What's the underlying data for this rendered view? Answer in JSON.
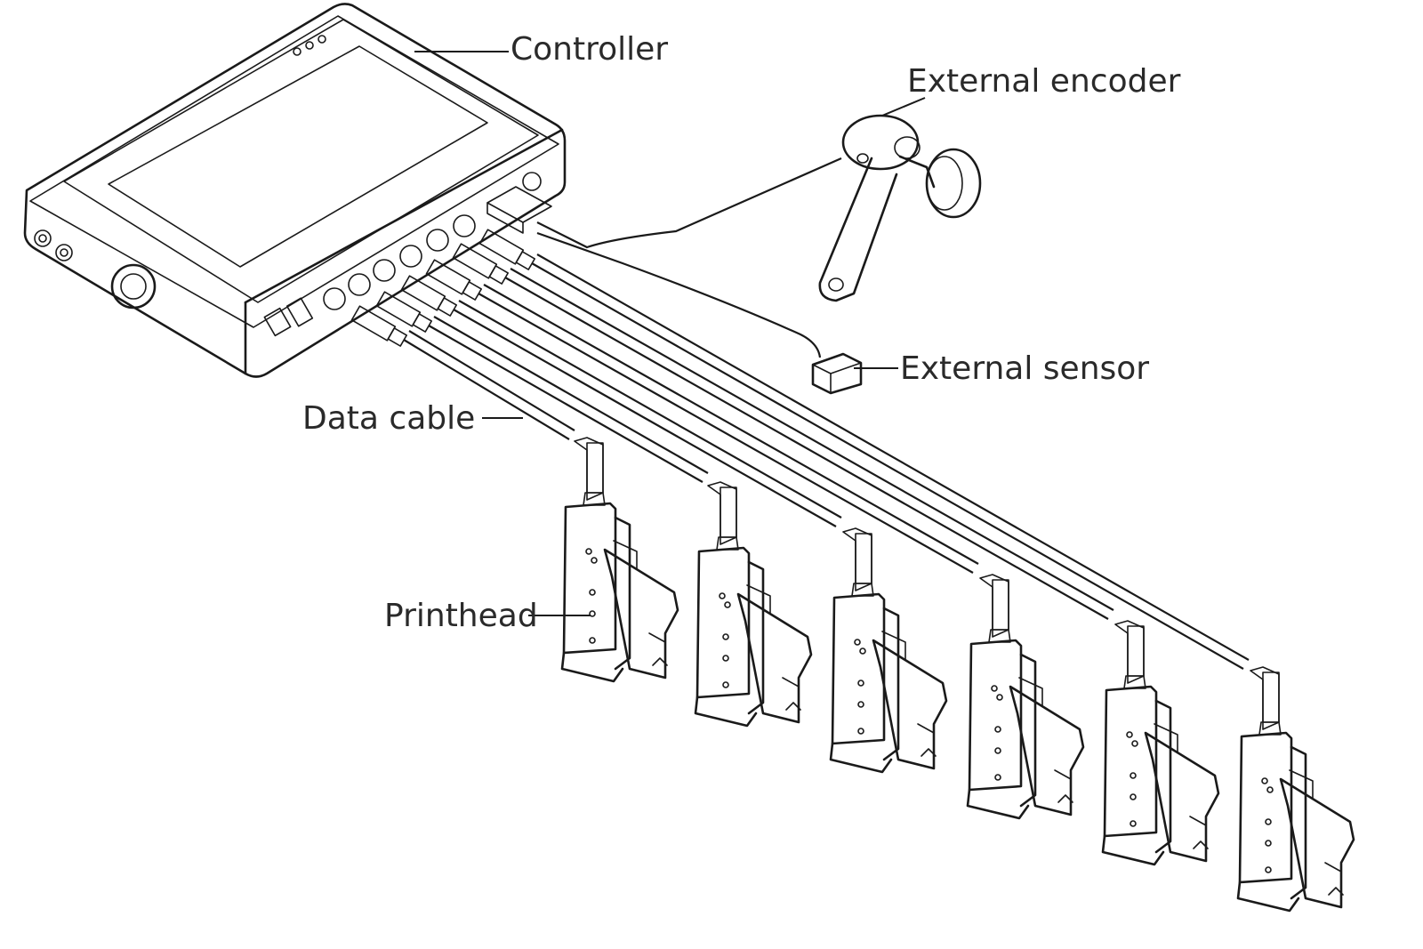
{
  "labels": {
    "controller": "Controller",
    "external_encoder": "External encoder",
    "external_sensor": "External sensor",
    "data_cable": "Data cable",
    "printhead": "Printhead"
  },
  "printhead_count": 6
}
